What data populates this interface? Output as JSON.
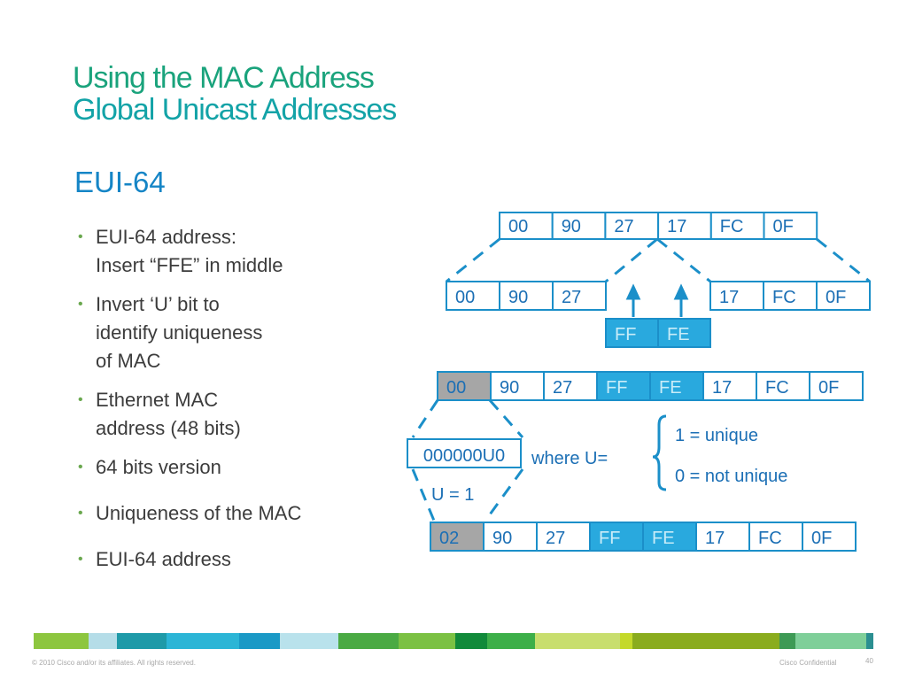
{
  "title": {
    "line1": "Using the MAC Address",
    "line2": "Global Unicast Addresses"
  },
  "subtitle": "EUI-64",
  "bullets": [
    "EUI-64 address:\nInsert “FFE” in middle",
    "Invert ‘U’ bit to\nidentify uniqueness\nof MAC",
    "Ethernet MAC\naddress (48 bits)",
    "64 bits version",
    "Uniqueness of the MAC",
    "EUI-64 address"
  ],
  "diagram": {
    "mac_row": [
      "00",
      "90",
      "27",
      "17",
      "FC",
      "0F"
    ],
    "split_left": [
      "00",
      "90",
      "27"
    ],
    "split_right": [
      "17",
      "FC",
      "0F"
    ],
    "inserted": [
      "FF",
      "FE"
    ],
    "eui_row": [
      "00",
      "90",
      "27",
      "FF",
      "FE",
      "17",
      "FC",
      "0F"
    ],
    "bits_box": "000000U0",
    "where_label": "where U=",
    "u_one": "1 = unique",
    "u_zero": "0 = not unique",
    "u_set": "U = 1",
    "final_row": [
      "02",
      "90",
      "27",
      "FF",
      "FE",
      "17",
      "FC",
      "0F"
    ]
  },
  "colors": {
    "line": "#1b8fc9",
    "text_blue": "#1b6fb5",
    "highlight": "#29a9de",
    "highlight_text": "#c8ecf8",
    "grey_cell": "#a6a6a6"
  },
  "footer": {
    "copyright": "© 2010 Cisco and/or its affiliates. All rights reserved.",
    "confidential": "Cisco Confidential",
    "page": "40"
  }
}
